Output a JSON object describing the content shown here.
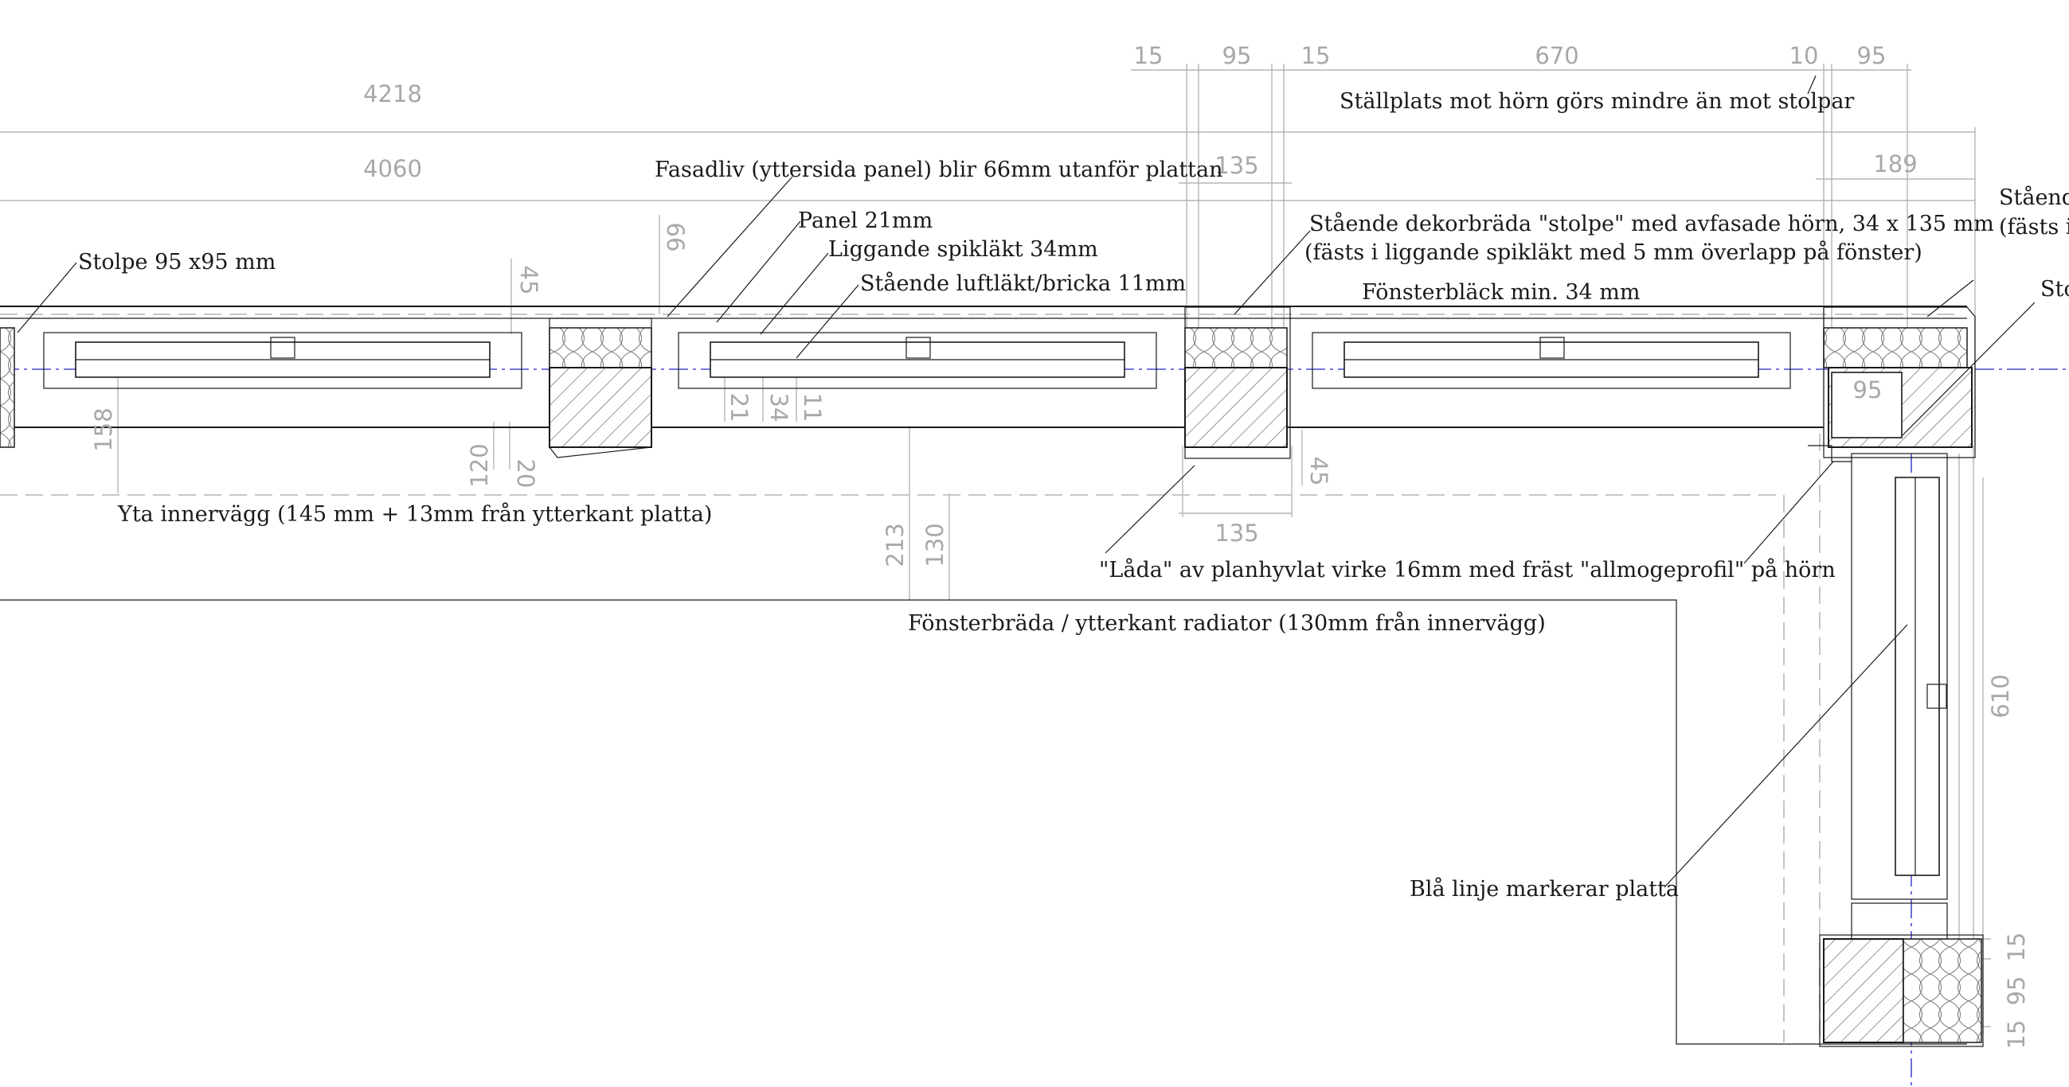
{
  "dimensions": {
    "d4218": "4218",
    "d4060": "4060",
    "top_15a": "15",
    "top_95a": "95",
    "top_15b": "15",
    "top_670": "670",
    "top_10": "10",
    "top_95b": "95",
    "d135_top": "135",
    "d189": "189",
    "d66": "66",
    "d45_left": "45",
    "d158": "158",
    "d120": "120",
    "d20": "20",
    "d21": "21",
    "d34": "34",
    "d11": "11",
    "d213": "213",
    "d130": "130",
    "d135_bottom": "135",
    "d45_right": "45",
    "d95_corner": "95",
    "d610": "610",
    "d15_r1": "15",
    "d95_r": "95",
    "d15_r2": "15"
  },
  "labels": {
    "stallplats": "Ställplats mot hörn görs mindre än mot stolpar",
    "fasadliv": "Fasadliv (yttersida panel) blir 66mm utanför plattan",
    "panel": "Panel 21mm",
    "liggande_spiklakt": "Liggande spikläkt 34mm",
    "staende_luftlakt": "Stående luftläkt/bricka 11mm",
    "dekorbrada_1": "Stående dekorbräda \"stolpe\" med avfasade hörn, 34 x 135 mm",
    "dekorbrada_2": "(fästs i liggande spikläkt med 5 mm överlapp på fönster)",
    "fonsterblack": "Fönsterbläck min. 34 mm",
    "stolpe": "Stolpe 95 x95 mm",
    "yta_innervagg": "Yta innervägg (145 mm + 13mm från ytterkant platta)",
    "lada": "\"Låda\" av planhyvlat virke 16mm med fräst \"allmogeprofil\" på hörn",
    "fonsterbrada": "Fönsterbräda / ytterkant radiator (130mm från innervägg)",
    "bla_linje": "Blå linje markerar platta",
    "right_cut_1": "Stående",
    "right_cut_2": "(fästs i",
    "right_cut_3": "Sto"
  }
}
